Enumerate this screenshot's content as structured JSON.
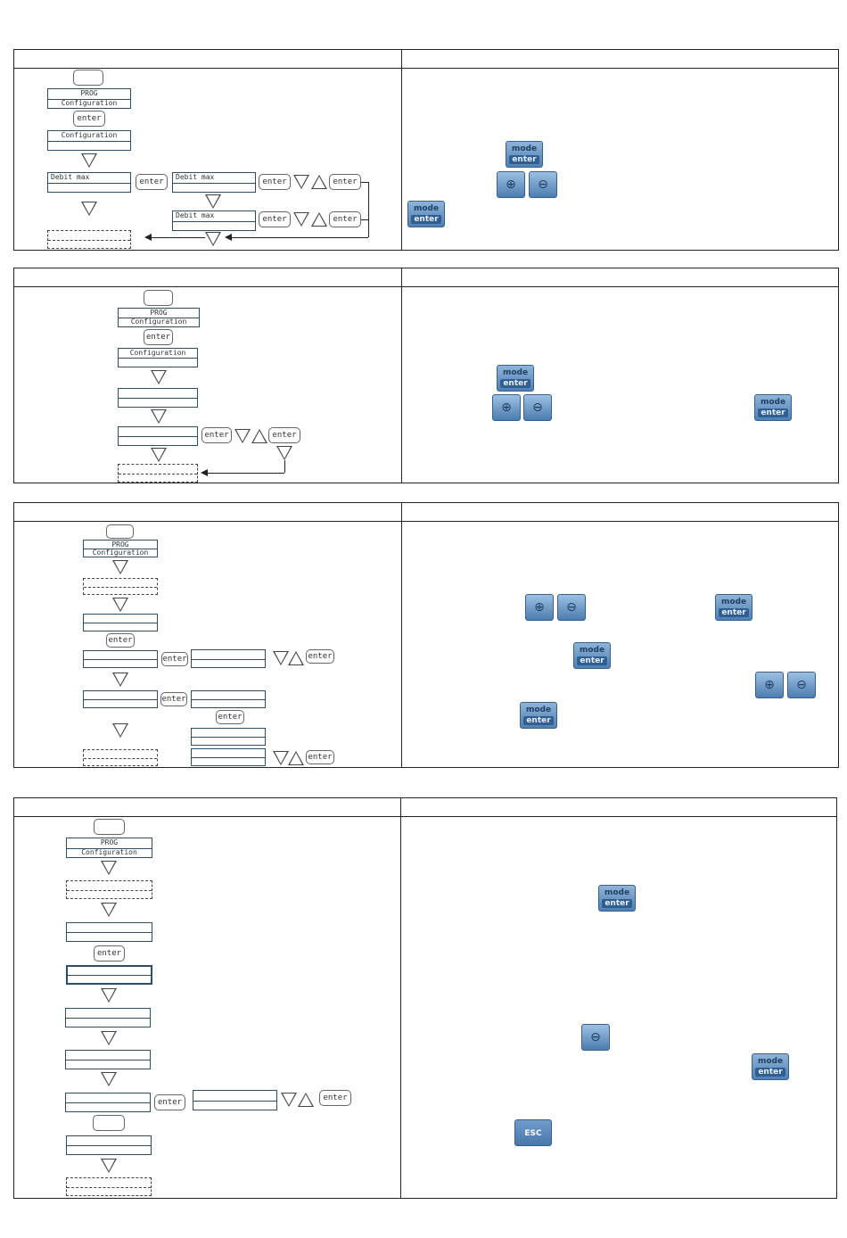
{
  "labels": {
    "prog": "PROG",
    "configuration": "Configuration",
    "enter": "enter",
    "debit_max": "Debit max",
    "mode": "mode",
    "esc": "ESC"
  },
  "icons": {
    "mode_enter": "mode-enter-button",
    "plus": "plus-triangle-button",
    "minus": "minus-triangle-button",
    "esc": "esc-button",
    "down_key": "down-triangle-key",
    "up_key": "up-triangle-key"
  },
  "colors": {
    "button_blue": "#4f7fb3",
    "lcd_border": "#2d4e66"
  }
}
